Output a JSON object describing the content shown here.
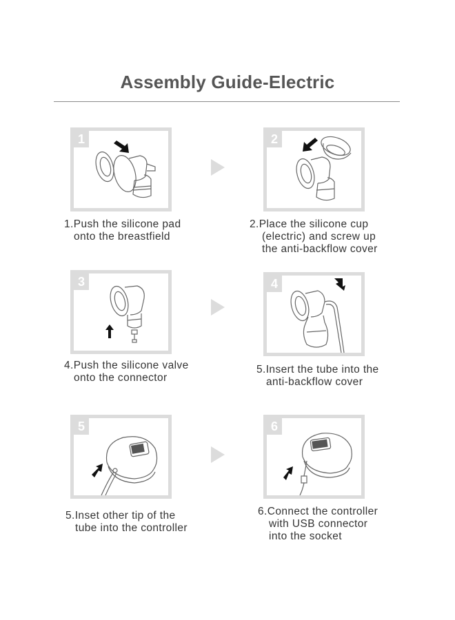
{
  "title": "Assembly Guide-Electric",
  "steps": [
    {
      "number": "1",
      "lines": [
        "1.Push the silicone pad",
        "onto the breastfield"
      ]
    },
    {
      "number": "2",
      "lines": [
        "2.Place the silicone cup",
        "(electric) and screw up",
        "the anti-backflow cover"
      ]
    },
    {
      "number": "3",
      "lines": [
        "4.Push the silicone valve",
        "onto the connector"
      ]
    },
    {
      "number": "4",
      "lines": [
        "5.Insert the tube into the",
        "anti-backflow cover"
      ]
    },
    {
      "number": "5",
      "lines": [
        "5.Inset other tip of the",
        "tube into the controller"
      ]
    },
    {
      "number": "6",
      "lines": [
        "6.Connect the controller",
        "with USB connector",
        "into the socket"
      ]
    }
  ]
}
